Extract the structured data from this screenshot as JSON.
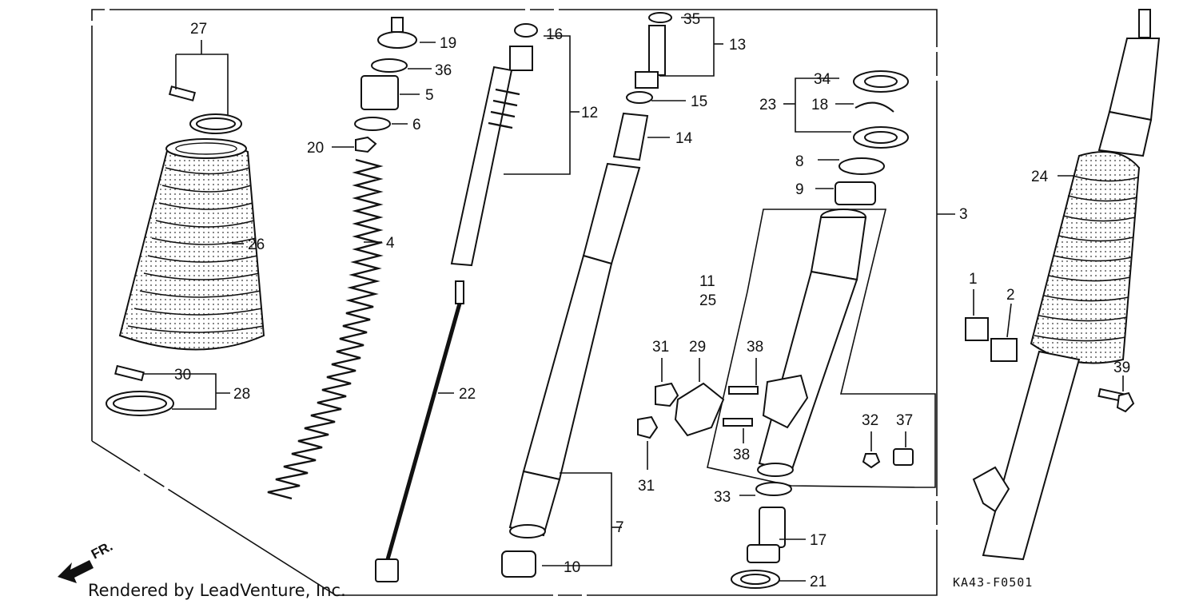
{
  "diagram": {
    "labels": {
      "l1": "1",
      "l2": "2",
      "l3": "3",
      "l4": "4",
      "l5": "5",
      "l6": "6",
      "l7": "7",
      "l8": "8",
      "l9": "9",
      "l10": "10",
      "l11": "11",
      "l12": "12",
      "l13": "13",
      "l14": "14",
      "l15": "15",
      "l16": "16",
      "l17": "17",
      "l18": "18",
      "l19": "19",
      "l20": "20",
      "l21": "21",
      "l22": "22",
      "l23": "23",
      "l24": "24",
      "l25": "25",
      "l26": "26",
      "l27": "27",
      "l28": "28",
      "l29": "29",
      "l30": "30",
      "l31a": "31",
      "l31b": "31",
      "l32": "32",
      "l33": "33",
      "l34": "34",
      "l35": "35",
      "l36": "36",
      "l37": "37",
      "l38a": "38",
      "l38b": "38",
      "l39": "39"
    },
    "code": "KA43-F0501",
    "credit": "Rendered by LeadVenture, Inc.",
    "front_marker": "FR."
  }
}
